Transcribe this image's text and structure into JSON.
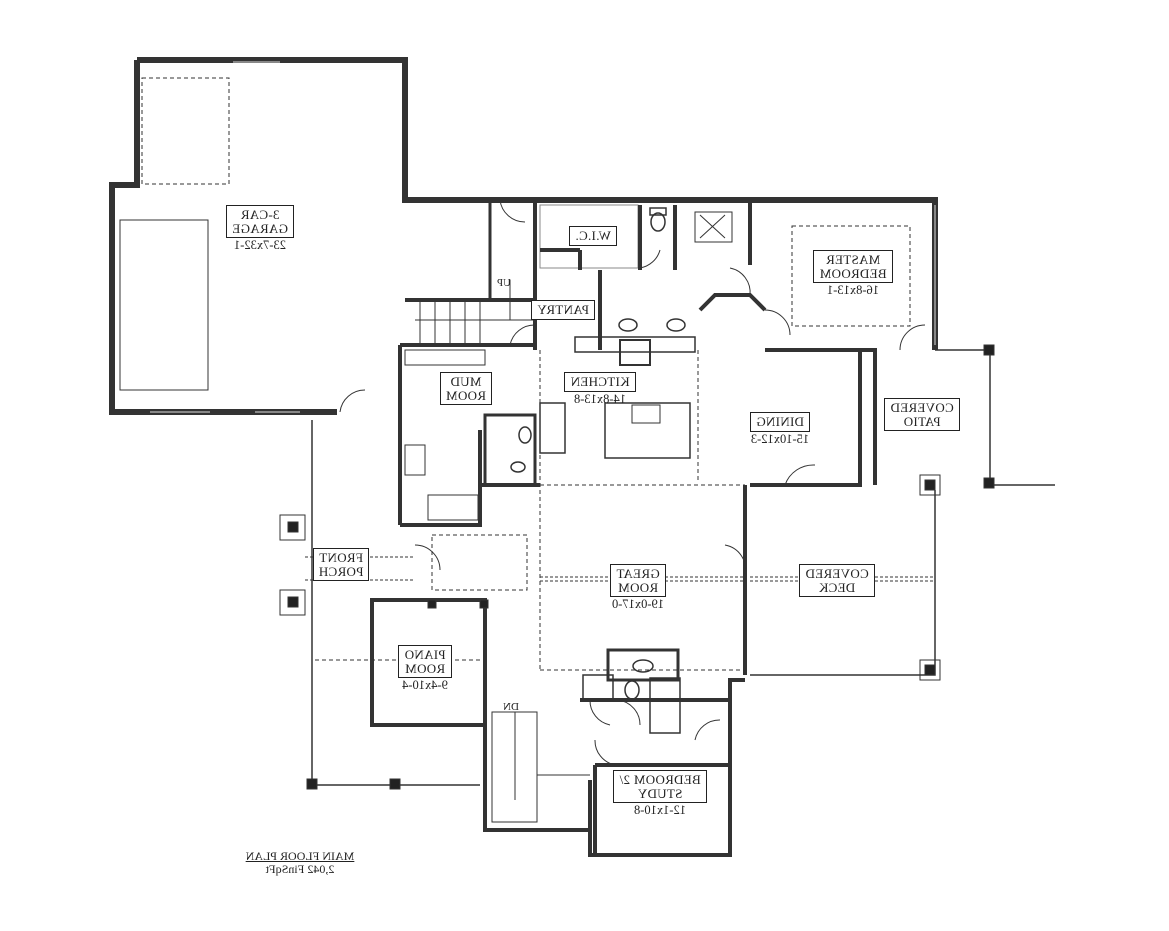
{
  "plan": {
    "title": "MAIN FLOOR PLAN",
    "area": "2,042 FinSqFt",
    "mirrored": true,
    "wall_color": "#333333",
    "line_color": "#222222"
  },
  "rooms": [
    {
      "id": "garage",
      "name_lines": [
        "3-CAR",
        "GARAGE"
      ],
      "dims": "23-7x32-1"
    },
    {
      "id": "wic",
      "name_lines": [
        "W.I.C."
      ],
      "dims": ""
    },
    {
      "id": "master",
      "name_lines": [
        "MASTER",
        "BEDROOM"
      ],
      "dims": "16-8x13-1"
    },
    {
      "id": "pantry",
      "name_lines": [
        "PANTRY"
      ],
      "dims": ""
    },
    {
      "id": "mud",
      "name_lines": [
        "MUD",
        "ROOM"
      ],
      "dims": ""
    },
    {
      "id": "kitchen",
      "name_lines": [
        "KITCHEN"
      ],
      "dims": "14-8x13-8"
    },
    {
      "id": "dining",
      "name_lines": [
        "DINING"
      ],
      "dims": "15-10x12-3"
    },
    {
      "id": "patio",
      "name_lines": [
        "COVERED",
        "PATIO"
      ],
      "dims": ""
    },
    {
      "id": "porch",
      "name_lines": [
        "FRONT",
        "PORCH"
      ],
      "dims": ""
    },
    {
      "id": "great",
      "name_lines": [
        "GREAT",
        "ROOM"
      ],
      "dims": "19-0x17-0"
    },
    {
      "id": "deck",
      "name_lines": [
        "COVERED",
        "DECK"
      ],
      "dims": ""
    },
    {
      "id": "piano",
      "name_lines": [
        "PIANO",
        "ROOM"
      ],
      "dims": "9-4x10-4"
    },
    {
      "id": "bed2",
      "name_lines": [
        "BEDROOM 2/",
        "STUDY"
      ],
      "dims": "12-1x10-8"
    }
  ],
  "stairs": {
    "up_label": "UP",
    "down_label": "DN"
  }
}
